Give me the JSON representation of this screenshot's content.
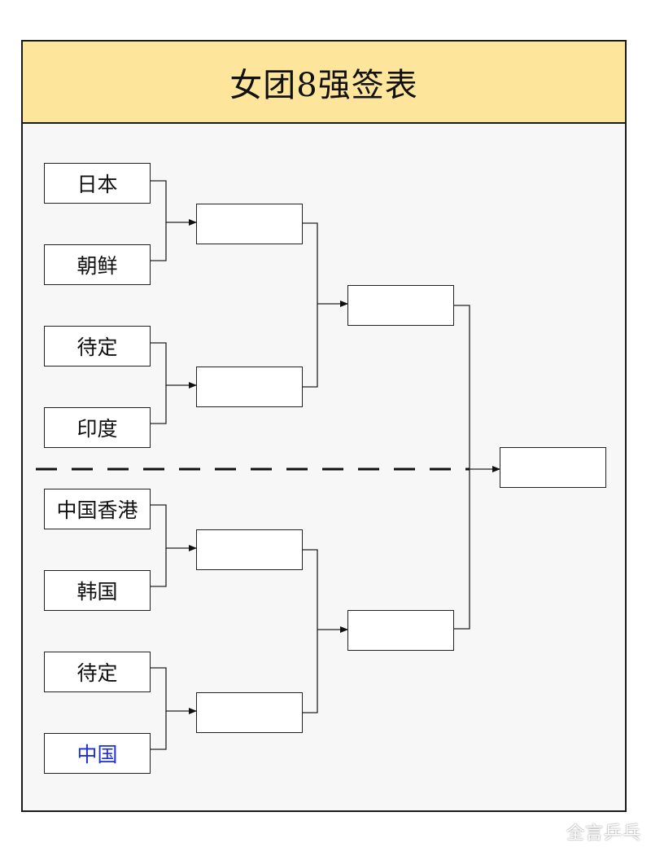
{
  "title": "女团8强签表",
  "watermark": "全言乒乓",
  "colors": {
    "header_bg": "#fde69b",
    "panel_bg": "#f7f7f7",
    "highlight_team": "#1f2fd6"
  },
  "bracket": {
    "round1": [
      {
        "name": "日本"
      },
      {
        "name": "朝鲜"
      },
      {
        "name": "待定"
      },
      {
        "name": "印度"
      },
      {
        "name": "中国香港"
      },
      {
        "name": "韩国"
      },
      {
        "name": "待定"
      },
      {
        "name": "中国",
        "highlight": true
      }
    ],
    "quarterfinal_winners": [
      "",
      "",
      "",
      ""
    ],
    "semifinal_winners": [
      "",
      ""
    ],
    "final_winner": ""
  }
}
